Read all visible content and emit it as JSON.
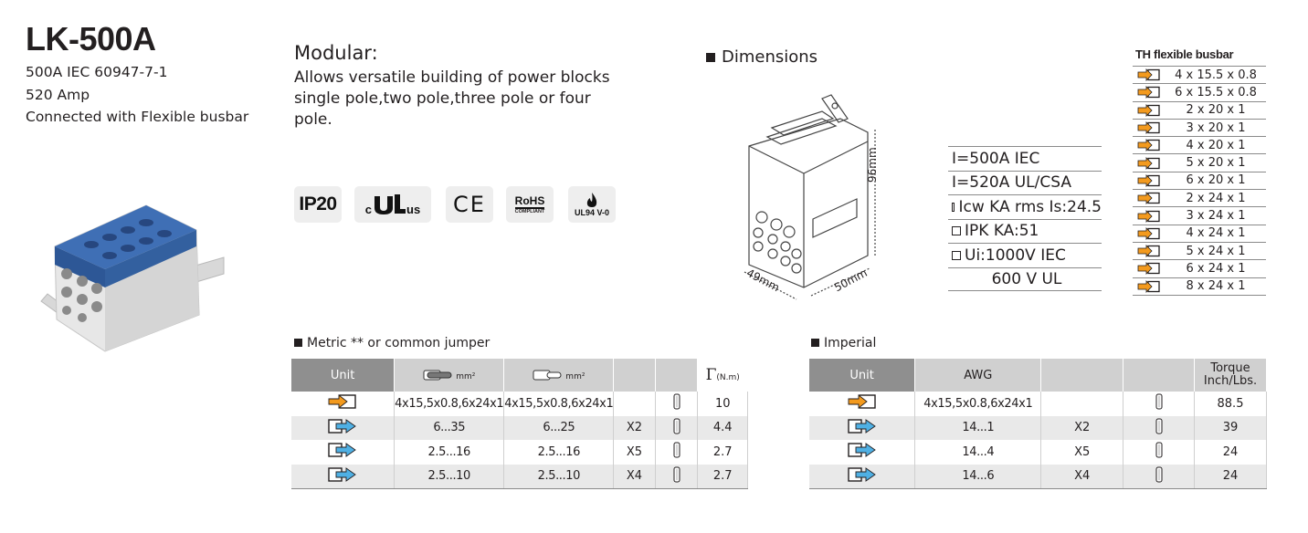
{
  "product": {
    "title": "LK-500A",
    "specs": [
      "500A IEC 60947-7-1",
      "520 Amp",
      "Connected with Flexible busbar"
    ]
  },
  "modular": {
    "title": "Modular:",
    "lines": [
      "Allows versatile building of power blocks",
      "single pole,two pole,three pole or four",
      "pole."
    ]
  },
  "certifications": {
    "ip": "IP20",
    "ul_c": "c",
    "ul_us": "us",
    "ce": "CE",
    "rohs": "RoHS",
    "rohs_sub": "COMPLIANT",
    "ul94": "UL94 V-0"
  },
  "dimensions": {
    "title": "Dimensions",
    "height": "96mm",
    "depth": "49mm",
    "width": "50mm"
  },
  "ratings": [
    {
      "text": "I=500A IEC",
      "box": false
    },
    {
      "text": "I=520A UL/CSA",
      "box": false
    },
    {
      "text": "Icw KA rms Is:24.5",
      "box": true
    },
    {
      "text": "IPK KA:51",
      "box": true
    },
    {
      "text": "Ui:1000V IEC",
      "box": true
    },
    {
      "text": "600 V UL",
      "box": false
    }
  ],
  "busbar": {
    "title": "TH flexible busbar",
    "items": [
      "4 x 15.5 x 0.8",
      "6 x 15.5 x 0.8",
      "2 x 20 x 1",
      "3 x 20 x 1",
      "4 x 20 x 1",
      "5 x 20 x 1",
      "6 x 20 x 1",
      "2 x 24 x 1",
      "3 x 24 x 1",
      "4 x 24 x 1",
      "5 x 24 x 1",
      "6 x 24 x 1",
      "8 x 24 x 1"
    ]
  },
  "metric": {
    "title": "Metric ** or common jumper",
    "headers": {
      "unit": "Unit",
      "mm2_a": "mm²",
      "mm2_b": "mm²",
      "torque": "(N.m)"
    },
    "rows": [
      {
        "c1": "4x15,5x0.8,6x24x1",
        "c2": "4x15,5x0.8,6x24x1",
        "mult": "",
        "torque": "10",
        "shade": false
      },
      {
        "c1": "6...35",
        "c2": "6...25",
        "mult": "X2",
        "torque": "4.4",
        "shade": true
      },
      {
        "c1": "2.5...16",
        "c2": "2.5...16",
        "mult": "X5",
        "torque": "2.7",
        "shade": false
      },
      {
        "c1": "2.5...10",
        "c2": "2.5...10",
        "mult": "X4",
        "torque": "2.7",
        "shade": true
      }
    ]
  },
  "imperial": {
    "title": "Imperial",
    "headers": {
      "unit": "Unit",
      "awg": "AWG",
      "torque_1": "Torque",
      "torque_2": "Inch/Lbs."
    },
    "rows": [
      {
        "c1": "4x15,5x0.8,6x24x1",
        "mult": "",
        "torque": "88.5",
        "shade": false
      },
      {
        "c1": "14...1",
        "mult": "X2",
        "torque": "39",
        "shade": true
      },
      {
        "c1": "14...4",
        "mult": "X5",
        "torque": "24",
        "shade": false
      },
      {
        "c1": "14...6",
        "mult": "X4",
        "torque": "24",
        "shade": true
      }
    ]
  },
  "colors": {
    "busbar_arrow": "#f39a1e",
    "wire_arrow": "#4fb0e4",
    "header_dark": "#8f8f8f",
    "header_light": "#d0d0d0",
    "product_blue": "#3f6fb5"
  }
}
